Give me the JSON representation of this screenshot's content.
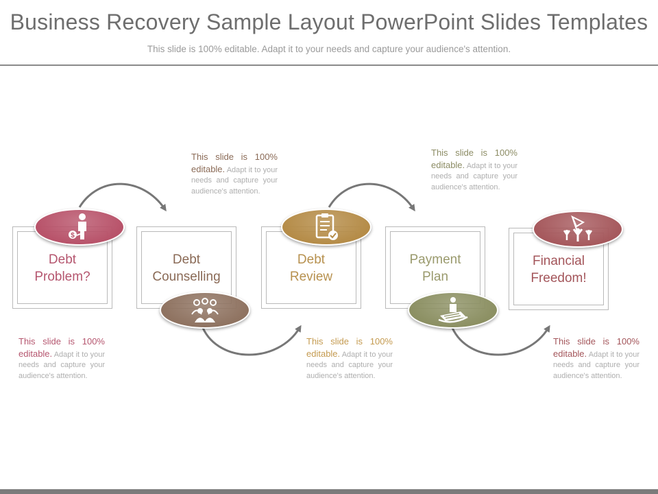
{
  "header": {
    "title": "Business Recovery Sample Layout PowerPoint Slides Templates",
    "subtitle": "This slide is 100% editable. Adapt it to your needs and capture your audience's attention."
  },
  "steps": [
    {
      "label": "Debt\nProblem?",
      "icon": "person-with-dollar-icon",
      "color": "#b8536a",
      "text_color": "#b5566f"
    },
    {
      "label": "Debt\nCounselling",
      "icon": "group-of-people-icon",
      "color": "#8f7361",
      "text_color": "#8a6a56"
    },
    {
      "label": "Debt\nReview",
      "icon": "clipboard-check-icon",
      "color": "#b58c48",
      "text_color": "#b7914f"
    },
    {
      "label": "Payment\nPlan",
      "icon": "money-in-hand-icon",
      "color": "#8c9063",
      "text_color": "#9a9a6d"
    },
    {
      "label": "Financial\nFreedom!",
      "icon": "celebrating-people-flag-icon",
      "color": "#a6595d",
      "text_color": "#a3555a"
    }
  ],
  "notes": [
    {
      "lead": "This slide is 100% editable.",
      "body": " Adapt it to your needs and capture your audience's attention.",
      "color": "#b5566f"
    },
    {
      "lead": "This slide is 100% editable.",
      "body": " Adapt it to your needs and capture your audience's attention.",
      "color": "#8a6a56"
    },
    {
      "lead": "This slide is 100% editable.",
      "body": " Adapt it to your needs and capture your audience's attention.",
      "color": "#c49a4f"
    },
    {
      "lead": "This slide is 100% editable.",
      "body": " Adapt it to your needs and capture your audience's attention.",
      "color": "#8c8c64"
    },
    {
      "lead": "This slide is 100% editable.",
      "body": " Adapt it to your needs and capture your audience's attention.",
      "color": "#a3555a"
    }
  ],
  "arrow_color": "#777777"
}
